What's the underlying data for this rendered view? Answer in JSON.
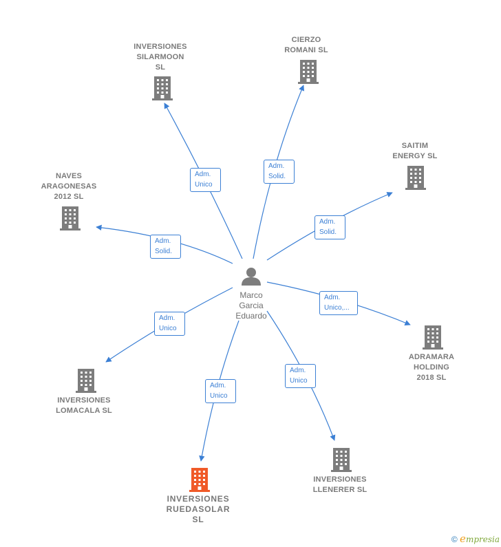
{
  "center": {
    "name": "Marco\nGarcia\nEduardo",
    "icon": "person-icon"
  },
  "colors": {
    "edge": "#3b7fd4",
    "building": "#7d7d7d",
    "highlight": "#f05a28"
  },
  "nodes": [
    {
      "id": "inversiones-silarmoon",
      "name": "INVERSIONES\nSILARMOON\nSL",
      "relation": "Adm.\nUnico",
      "icon": "building-icon"
    },
    {
      "id": "cierzo-romani",
      "name": "CIERZO\nROMANI SL",
      "relation": "Adm.\nSolid.",
      "icon": "building-icon"
    },
    {
      "id": "saitim-energy",
      "name": "SAITIM\nENERGY SL",
      "relation": "Adm.\nSolid.",
      "icon": "building-icon"
    },
    {
      "id": "naves-aragonesas",
      "name": "NAVES\nARAGONESAS\n2012 SL",
      "relation": "Adm.\nSolid.",
      "icon": "building-icon"
    },
    {
      "id": "adramara-holding",
      "name": "ADRAMARA\nHOLDING\n2018 SL",
      "relation": "Adm.\nUnico,...",
      "icon": "building-icon"
    },
    {
      "id": "inversiones-lomacala",
      "name": "INVERSIONES\nLOMACALA SL",
      "relation": "Adm.\nUnico",
      "icon": "building-icon"
    },
    {
      "id": "inversiones-llenerer",
      "name": "INVERSIONES\nLLENERER SL",
      "relation": "Adm.\nUnico",
      "icon": "building-icon"
    },
    {
      "id": "inversiones-ruedasolar",
      "name": "INVERSIONES\nRUEDASOLAR\nSL",
      "relation": "Adm.\nUnico",
      "icon": "building-icon",
      "highlight": true
    }
  ],
  "footer": {
    "copyright": "©",
    "brand_initial": "e",
    "brand_rest": "mpresia"
  }
}
